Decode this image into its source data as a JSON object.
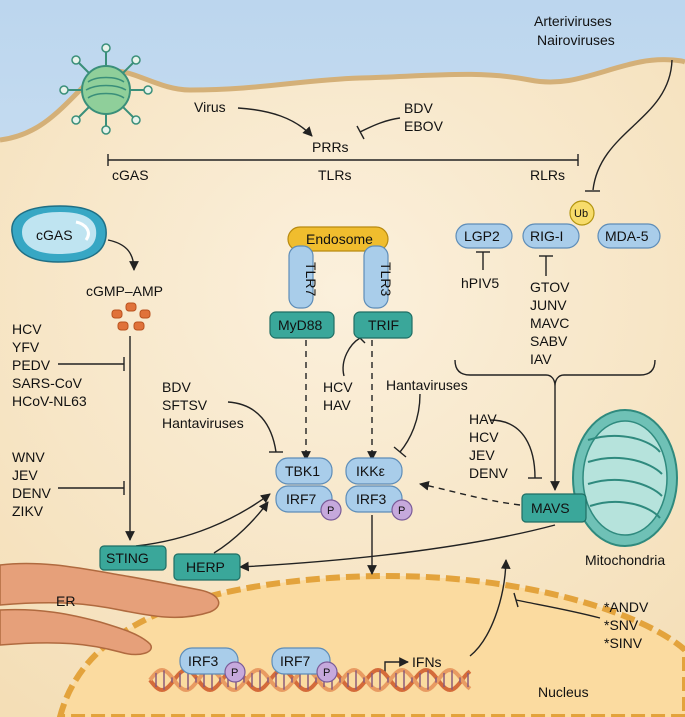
{
  "membrane": {
    "virus": "Virus",
    "prrs": "PRRs",
    "inhibitors": [
      "BDV",
      "EBOV"
    ],
    "categories": [
      "cGAS",
      "TLRs",
      "RLRs"
    ]
  },
  "top_right_viruses": [
    "Arteriviruses",
    "Nairoviruses"
  ],
  "cgas_pathway": {
    "cgas": "cGAS",
    "second_messenger": "cGMP–AMP",
    "inhibitors_group1": [
      "HCV",
      "YFV",
      "PEDV",
      "SARS-CoV",
      "HCoV-NL63"
    ],
    "inhibitors_group2": [
      "WNV",
      "JEV",
      "DENV",
      "ZIKV"
    ],
    "sting": "STING",
    "herp": "HERP",
    "er": "ER"
  },
  "tlr_pathway": {
    "endosome": "Endosome",
    "tlr7": "TLR7",
    "tlr3": "TLR3",
    "myd88": "MyD88",
    "trif": "TRIF",
    "trif_inhibitors": [
      "HCV",
      "HAV"
    ],
    "tbk1_inhibitors": [
      "BDV",
      "SFTSV",
      "Hantaviruses"
    ],
    "ikke_inhibitors": [
      "Hantaviruses"
    ]
  },
  "kinases": {
    "tbk1": "TBK1",
    "ikke": "IKKε",
    "irf7": "IRF7",
    "irf3": "IRF3",
    "phospho": "P"
  },
  "rlr_pathway": {
    "ub": "Ub",
    "lgp2": "LGP2",
    "rigi": "RIG-I",
    "mda5": "MDA-5",
    "lgp2_inhibitors": [
      "hPIV5"
    ],
    "rigi_inhibitors": [
      "GTOV",
      "JUNV",
      "MAVC",
      "SABV",
      "IAV"
    ],
    "mavs": "MAVS",
    "mavs_inhibitors": [
      "HAV",
      "HCV",
      "JEV",
      "DENV"
    ],
    "mitochondria": "Mitochondria"
  },
  "nucleus": {
    "label": "Nucleus",
    "irf3": "IRF3",
    "irf7": "IRF7",
    "ifns": "IFNs",
    "ifn_inhibitors": [
      "*ANDV",
      "*SNV",
      "*SINV"
    ]
  },
  "colors": {
    "teal": "#3aa79a",
    "light_blue": "#a9cdea",
    "endosome": "#f0bd2e",
    "phospho": "#c6a9dc",
    "ub": "#f7dc6b",
    "cytoplasm": "#f7e7c5",
    "extracellular": "#cfe2f2",
    "nucleus": "#fbdba0",
    "er": "#e6a07a",
    "mito": "#6fc1b6"
  }
}
